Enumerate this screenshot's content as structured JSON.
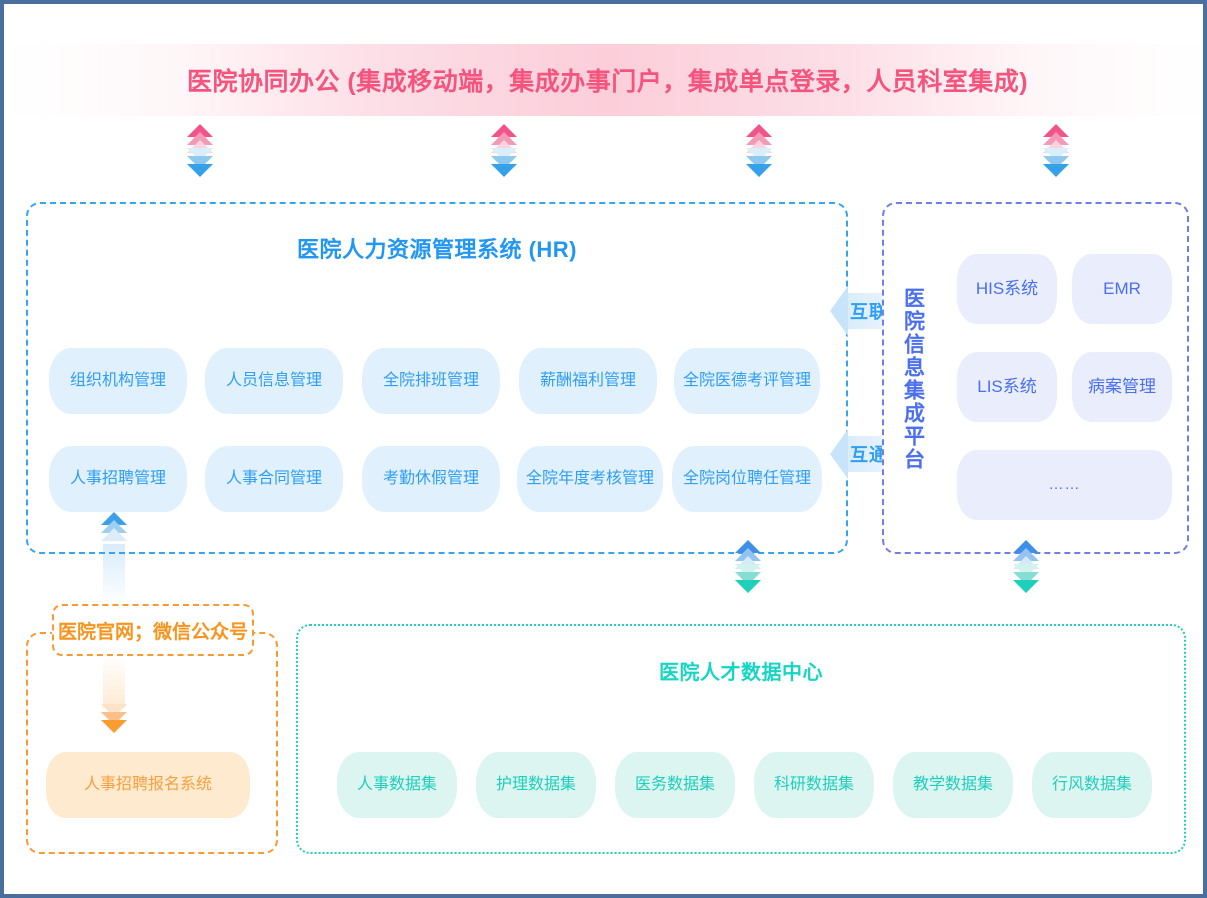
{
  "banner": {
    "title": "医院协同办公 (集成移动端，集成办事门户，集成单点登录，人员科室集成)"
  },
  "hr_system": {
    "title": "医院人力资源管理系统 (HR)",
    "row1": [
      {
        "label": "组织机构管理"
      },
      {
        "label": "人员信息管理"
      },
      {
        "label": "全院排班管理"
      },
      {
        "label": "薪酬福利管理"
      },
      {
        "label": "全院医德考评管理"
      }
    ],
    "row2": [
      {
        "label": "人事招聘管理"
      },
      {
        "label": "人事合同管理"
      },
      {
        "label": "考勤休假管理"
      },
      {
        "label": "全院年度考核管理"
      },
      {
        "label": "全院岗位聘任管理"
      }
    ]
  },
  "connectors": {
    "link_top": "互联",
    "link_bottom": "互通"
  },
  "platform": {
    "vertical_title": "医院信息集成平台",
    "systems": [
      {
        "label": "HIS系统"
      },
      {
        "label": "EMR"
      },
      {
        "label": "LIS系统"
      },
      {
        "label": "病案管理"
      }
    ],
    "more": "……"
  },
  "data_center": {
    "title": "医院人才数据中心",
    "datasets": [
      {
        "label": "人事数据集"
      },
      {
        "label": "护理数据集"
      },
      {
        "label": "医务数据集"
      },
      {
        "label": "科研数据集"
      },
      {
        "label": "教学数据集"
      },
      {
        "label": "行风数据集"
      }
    ]
  },
  "public_channel": {
    "tag": "医院官网；微信公众号",
    "system": "人事招聘报名系统"
  },
  "colors": {
    "banner_text": "#f5547f",
    "hr_blue": "#2f9ef4",
    "platform_violet": "#4a6ff0",
    "data_teal": "#1ecfbb",
    "recruit_orange": "#f7941e",
    "page_border": "#4a6f9e"
  }
}
